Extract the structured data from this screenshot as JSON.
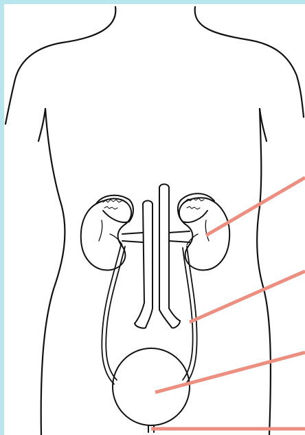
{
  "diagram": {
    "colors": {
      "background_border": "#b9e6ee",
      "panel": "#ffffff",
      "ink": "#111111",
      "pointer": "#ec8e80"
    },
    "pointers": [
      {
        "target": "kidney"
      },
      {
        "target": "ureter"
      },
      {
        "target": "bladder"
      },
      {
        "target": "urethra"
      }
    ]
  }
}
